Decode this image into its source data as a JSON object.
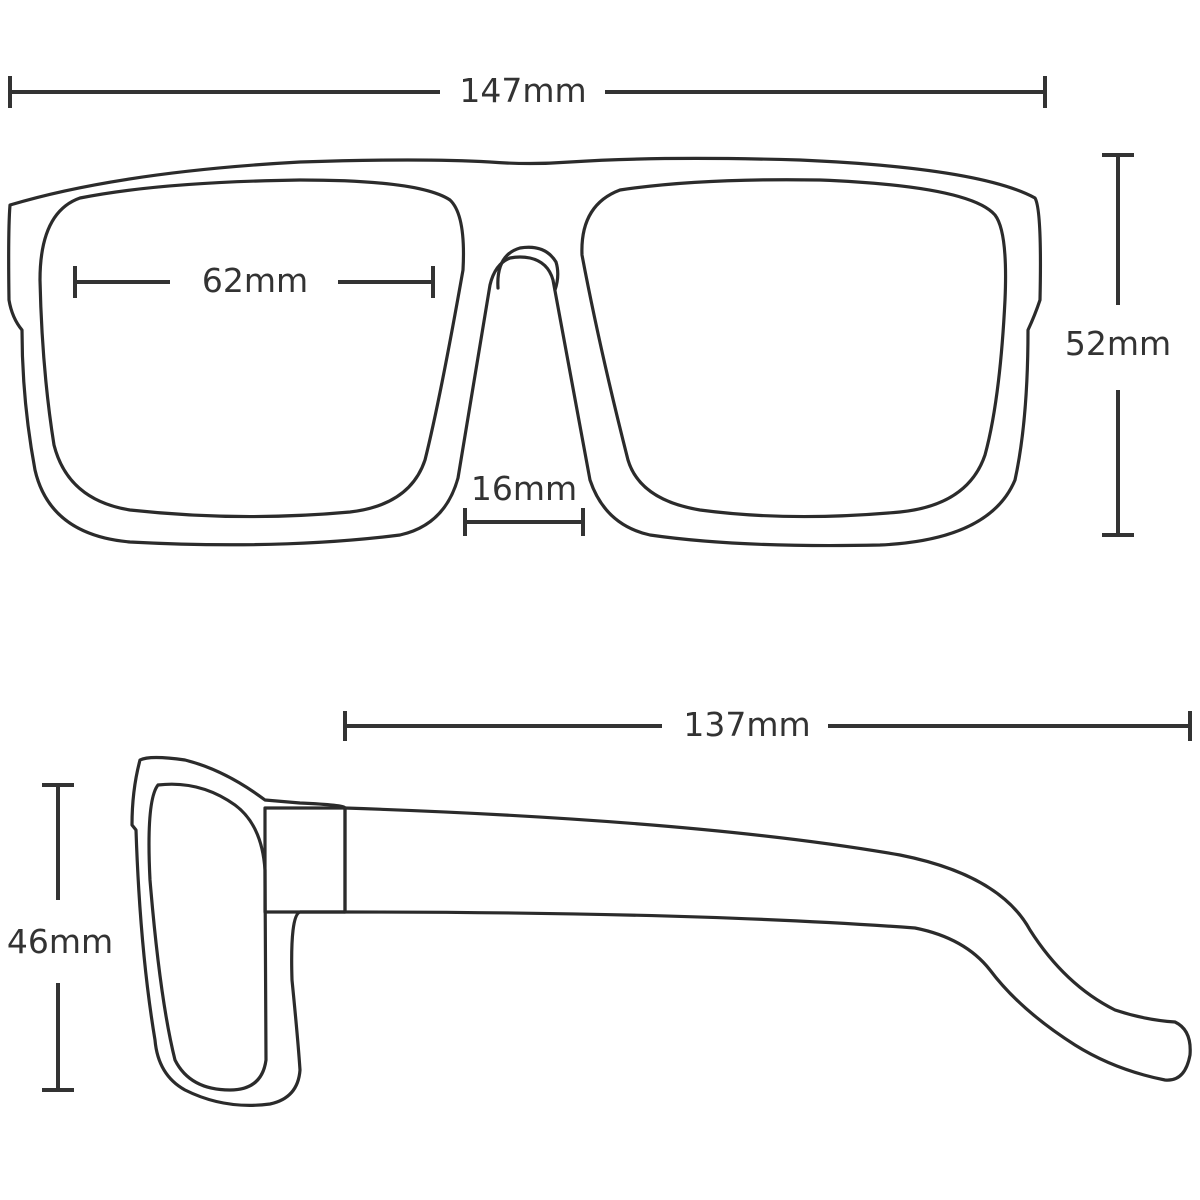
{
  "dimensions": {
    "total_width": "147mm",
    "lens_width": "62mm",
    "bridge_width": "16mm",
    "frame_height": "52mm",
    "temple_length": "137mm",
    "lens_height": "46mm"
  },
  "colors": {
    "line": "#2b2b2b",
    "background": "#ffffff"
  }
}
